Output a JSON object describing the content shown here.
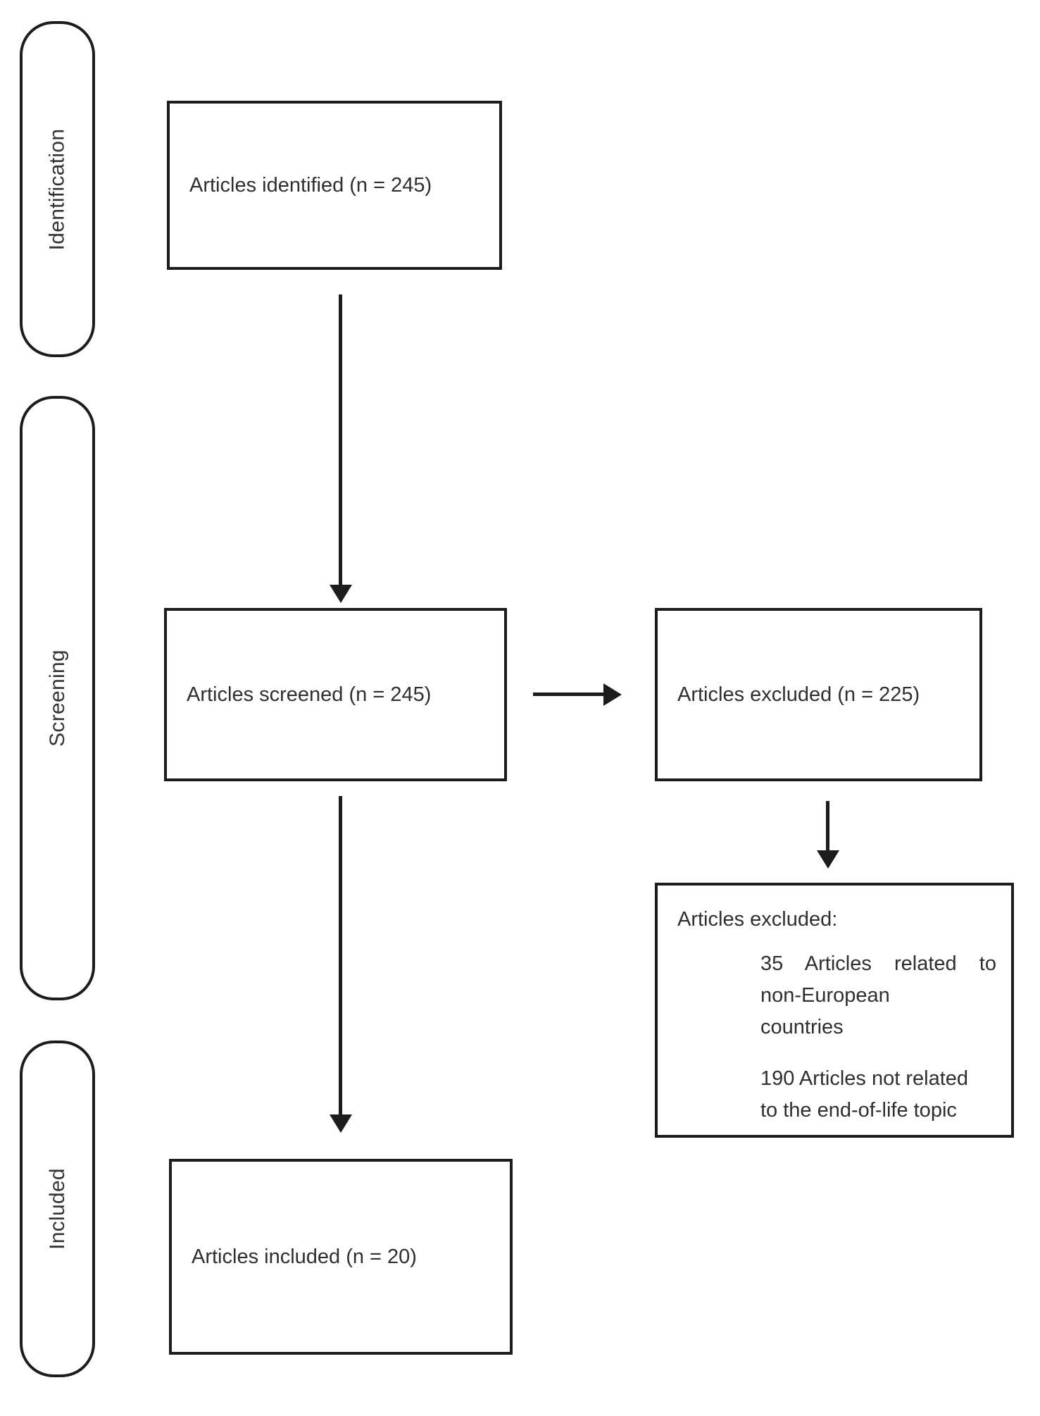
{
  "diagram": {
    "type": "prisma-flow",
    "stages": [
      {
        "label": "Identification"
      },
      {
        "label": "Screening"
      },
      {
        "label": "Included"
      }
    ],
    "boxes": {
      "identified": {
        "label": "Articles identified (n = 245)"
      },
      "screened": {
        "label": "Articles screened (n = 245)"
      },
      "excluded": {
        "label": "Articles excluded (n = 225)"
      },
      "excluded_detail": {
        "title": "Articles excluded:",
        "reasons": [
          {
            "lines": [
              "35 Articles related to",
              "non-European",
              "countries"
            ]
          },
          {
            "lines": [
              "190 Articles not related",
              "to the end-of-life topic"
            ]
          }
        ]
      },
      "included": {
        "label": "Articles included (n = 20)"
      }
    },
    "flow": [
      {
        "from": "identified",
        "to": "screened"
      },
      {
        "from": "screened",
        "to": "excluded"
      },
      {
        "from": "excluded",
        "to": "excluded_detail"
      },
      {
        "from": "screened",
        "to": "included"
      }
    ],
    "colors": {
      "line": "#1c1c1c",
      "text": "#2f2f2f",
      "background": "#ffffff"
    }
  }
}
